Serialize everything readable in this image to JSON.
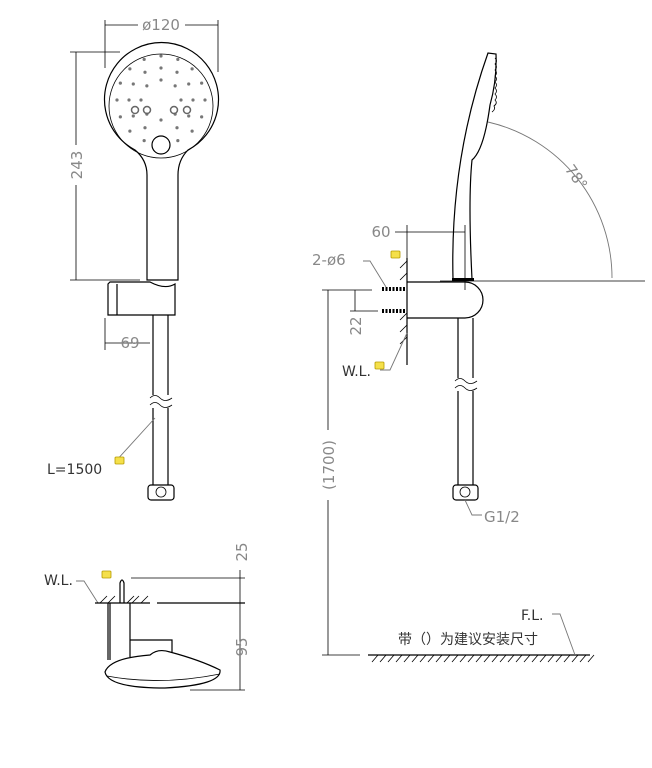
{
  "front_view": {
    "head_diameter": "ø120",
    "total_height": "243",
    "bracket_depth": "69",
    "hose_length": "L=1500"
  },
  "side_view": {
    "spray_angle": "78°",
    "wall_offset": "60",
    "anchors": "2-ø6",
    "anchor_spacing": "22",
    "wall_label": "W.L.",
    "install_height": "(1700)",
    "thread": "G1/2",
    "floor_label": "F.L.",
    "note": "带（）为建议安装尺寸"
  },
  "top_view": {
    "wall_label": "W.L.",
    "anchor_depth": "25",
    "projection": "95"
  },
  "colors": {
    "line": "#000000",
    "dimension_text": "#888888",
    "comment_marker": "#f5e04a"
  }
}
